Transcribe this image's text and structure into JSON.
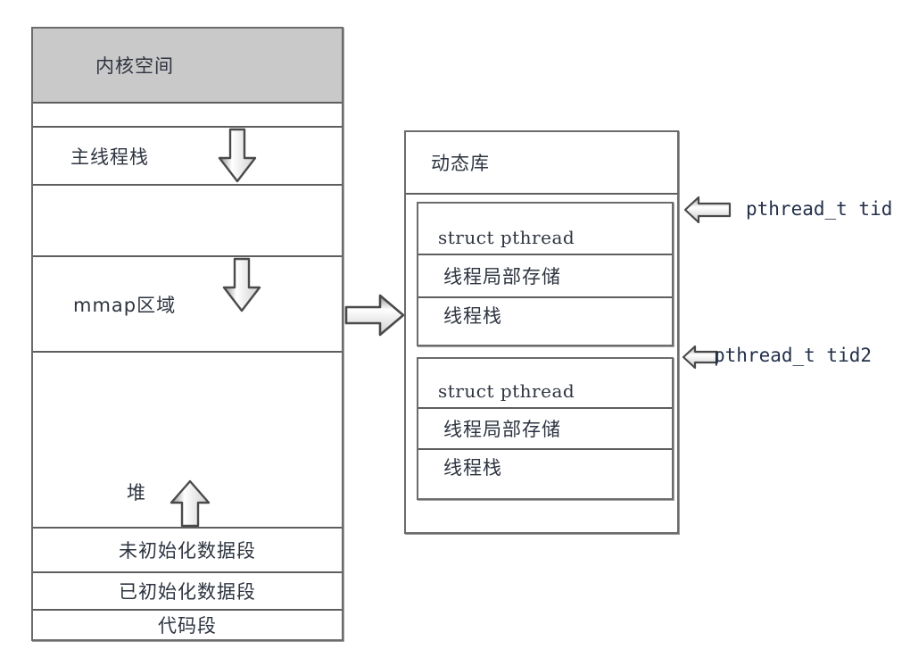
{
  "diagram": {
    "title": "Linux process virtual memory layout with pthread structures",
    "colors": {
      "kernel_fill": "#c9c9c9",
      "panel_border": "#6b6b6b",
      "row_border": "#5e5e5e",
      "text": "#2e3440",
      "annotation_text": "#23304a",
      "background": "#ffffff"
    }
  },
  "memory_map": {
    "name": "process-address-space",
    "rows": [
      {
        "id": "kernel-space",
        "label": "内核空间",
        "filled": true,
        "arrow": "none"
      },
      {
        "id": "gap-top",
        "label": "",
        "filled": false,
        "arrow": "none"
      },
      {
        "id": "main-thread-stack",
        "label": "主线程栈",
        "filled": false,
        "arrow": "down"
      },
      {
        "id": "gap-stack-mmap",
        "label": "",
        "filled": false,
        "arrow": "none"
      },
      {
        "id": "mmap-region",
        "label": "mmap区域",
        "filled": false,
        "arrow": "down"
      },
      {
        "id": "heap",
        "label": "堆",
        "filled": false,
        "arrow": "up"
      },
      {
        "id": "bss-segment",
        "label": "未初始化数据段",
        "filled": false,
        "arrow": "none"
      },
      {
        "id": "data-segment",
        "label": "已初始化数据段",
        "filled": false,
        "arrow": "none"
      },
      {
        "id": "text-segment",
        "label": "代码段",
        "filled": false,
        "arrow": "none"
      }
    ]
  },
  "dynamic_library": {
    "header_label": "动态库",
    "threads": [
      {
        "id": "thread-1",
        "rows": [
          "struct pthread",
          "线程局部存储",
          "线程栈"
        ],
        "annotation": "pthread_t tid"
      },
      {
        "id": "thread-2",
        "rows": [
          "struct pthread",
          "线程局部存储",
          "线程栈"
        ],
        "annotation": "pthread_t tid2"
      }
    ]
  },
  "connector": {
    "label": "mmap-to-library-arrow",
    "direction": "right"
  }
}
